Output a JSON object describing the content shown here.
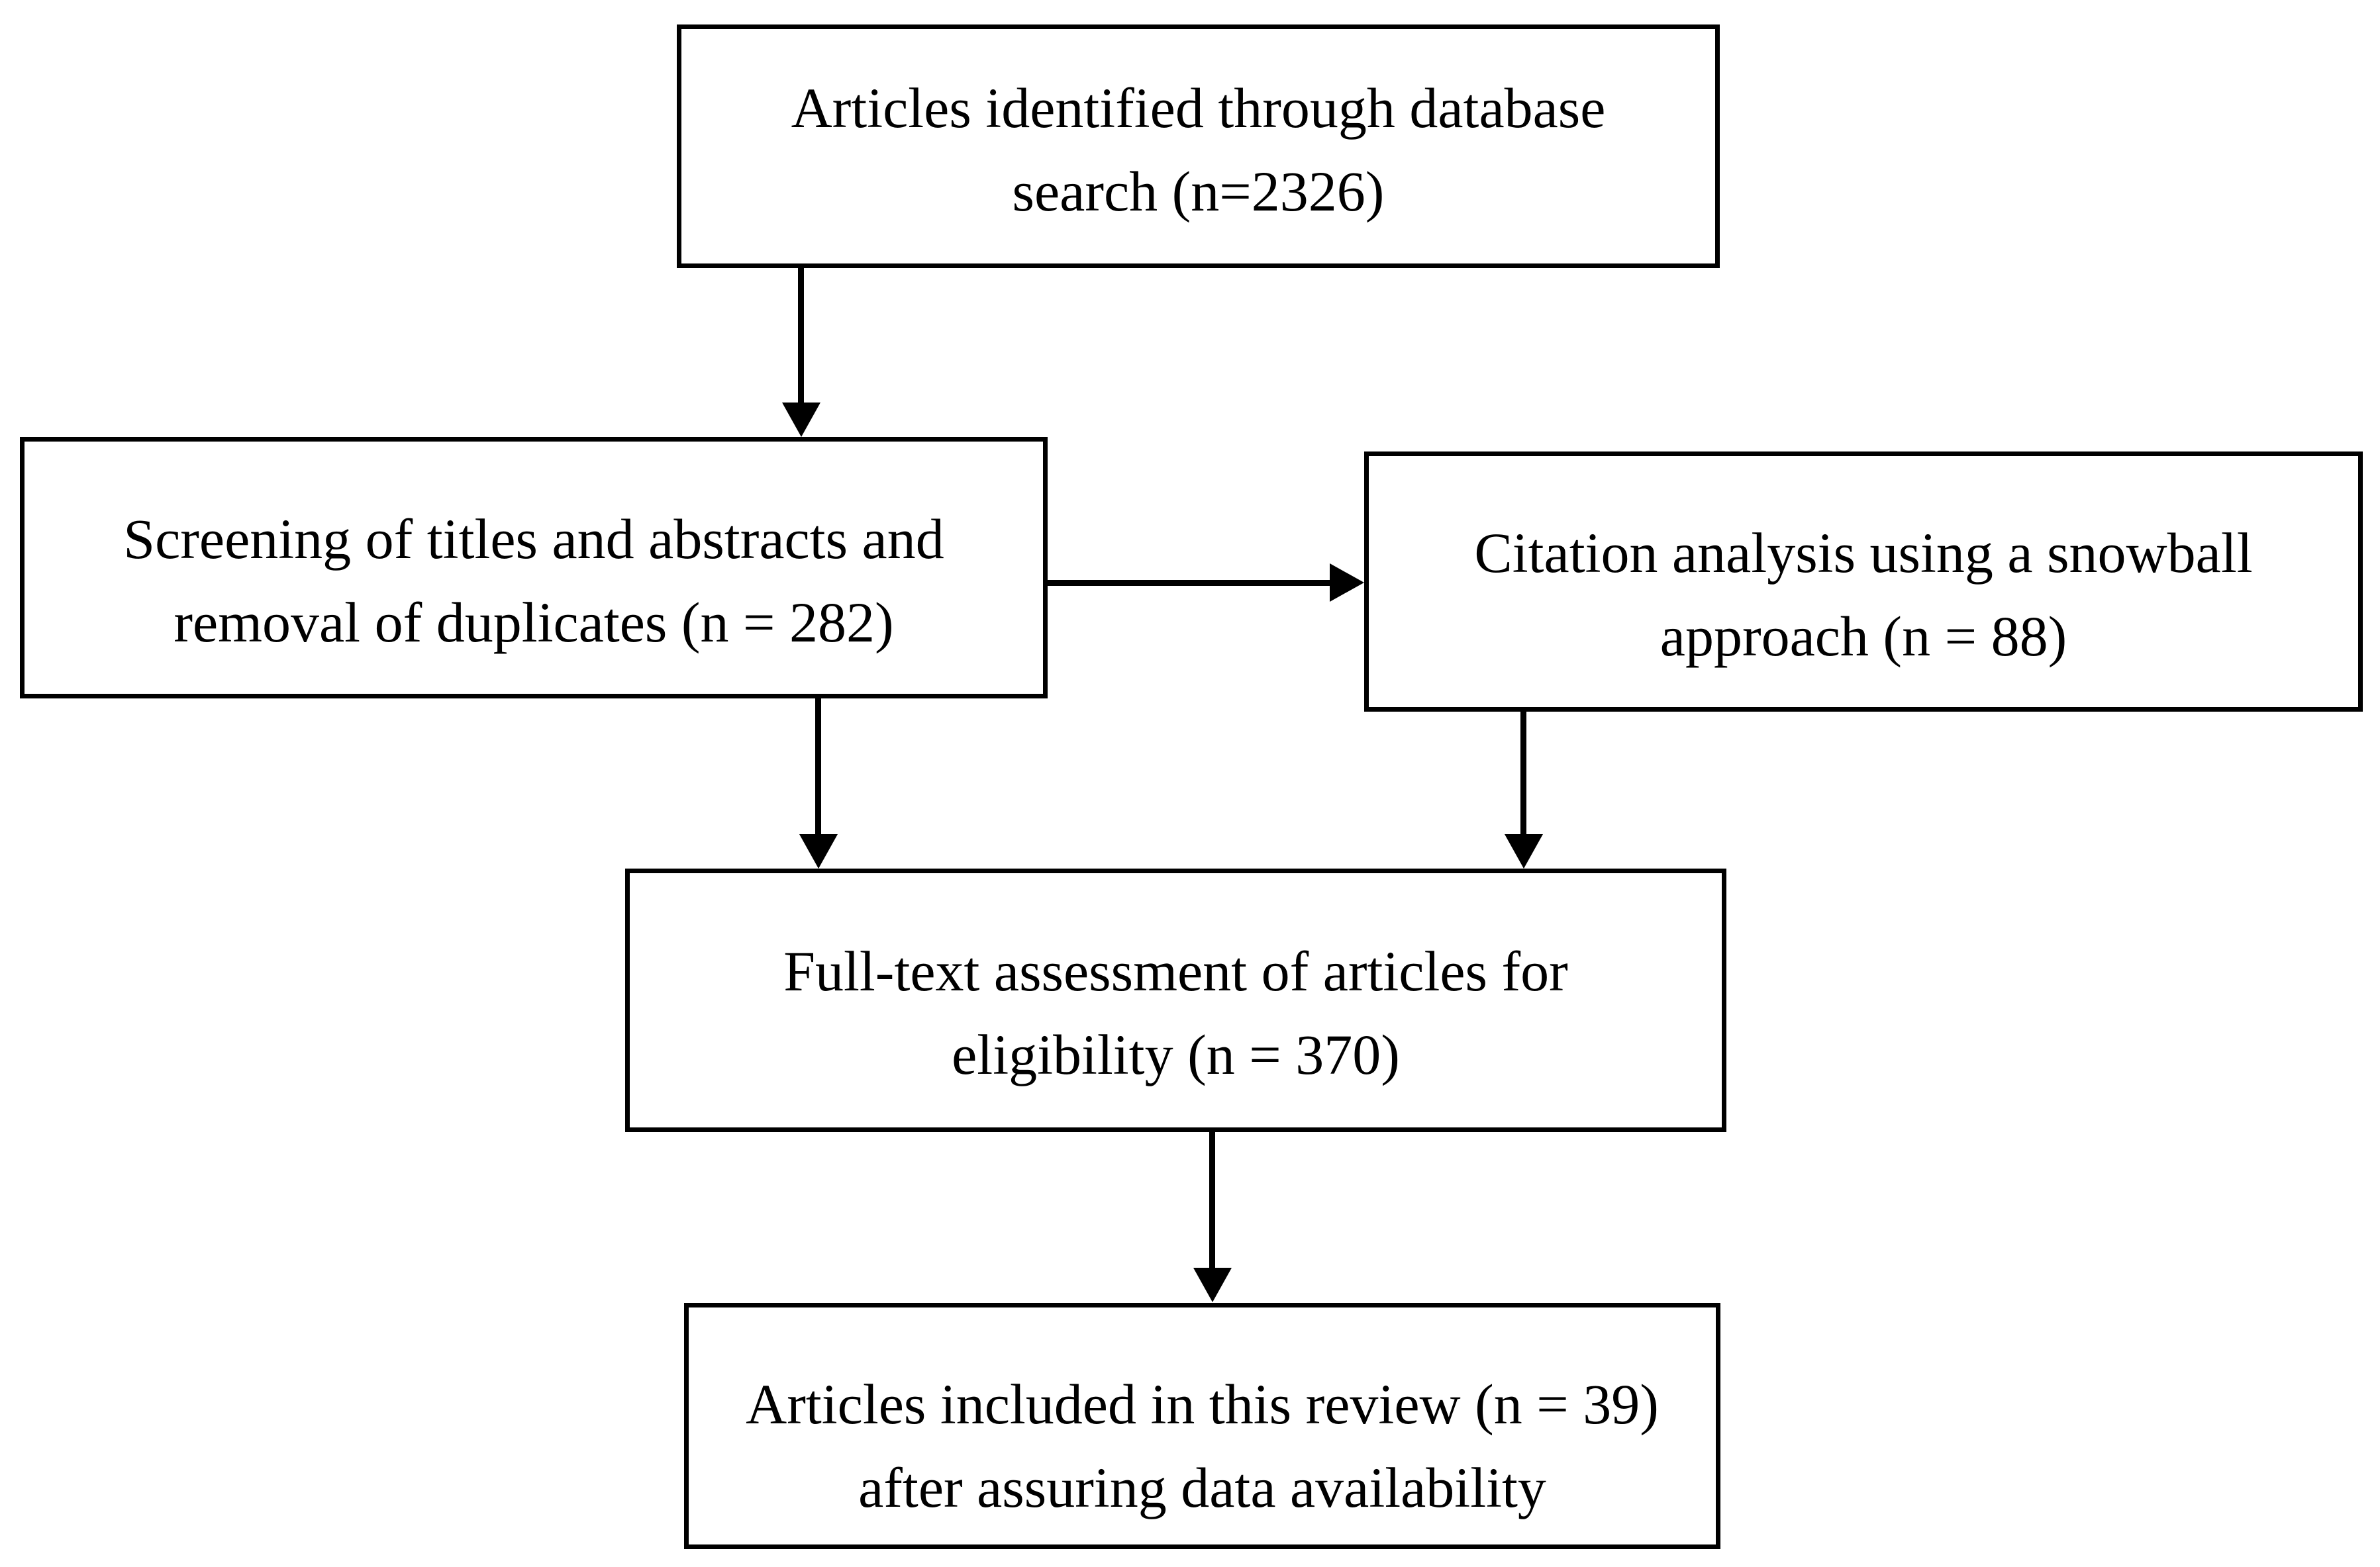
{
  "diagram": {
    "type": "flowchart",
    "background_color": "#ffffff",
    "box_border_color": "#000000",
    "text_color": "#000000",
    "boxes": [
      {
        "id": "identified",
        "lines": [
          "Articles identified through database",
          "search (n=2326)"
        ],
        "full_text": "Articles identified through database search (n=2326)"
      },
      {
        "id": "screening",
        "lines": [
          "Screening of titles and abstracts and",
          "removal of duplicates (n = 282)"
        ],
        "full_text": "Screening of titles and abstracts and removal of duplicates (n = 282)"
      },
      {
        "id": "citation",
        "lines": [
          "Citation analysis using a snowball",
          "approach (n = 88)"
        ],
        "full_text": "Citation analysis using a snowball approach (n = 88)"
      },
      {
        "id": "fulltext",
        "lines": [
          "Full-text assessment of articles for",
          "eligibility (n = 370)"
        ],
        "full_text": "Full-text assessment of articles for eligibility (n = 370)"
      },
      {
        "id": "included",
        "lines": [
          "Articles included in this review (n = 39)",
          "after assuring data availability"
        ],
        "full_text": "Articles included in this review (n = 39) after assuring data availability"
      }
    ],
    "connections": [
      {
        "from": "identified",
        "to": "screening",
        "direction": "down"
      },
      {
        "from": "screening",
        "to": "citation",
        "direction": "right"
      },
      {
        "from": "screening",
        "to": "fulltext",
        "direction": "down"
      },
      {
        "from": "citation",
        "to": "fulltext",
        "direction": "down"
      },
      {
        "from": "fulltext",
        "to": "included",
        "direction": "down"
      }
    ]
  }
}
